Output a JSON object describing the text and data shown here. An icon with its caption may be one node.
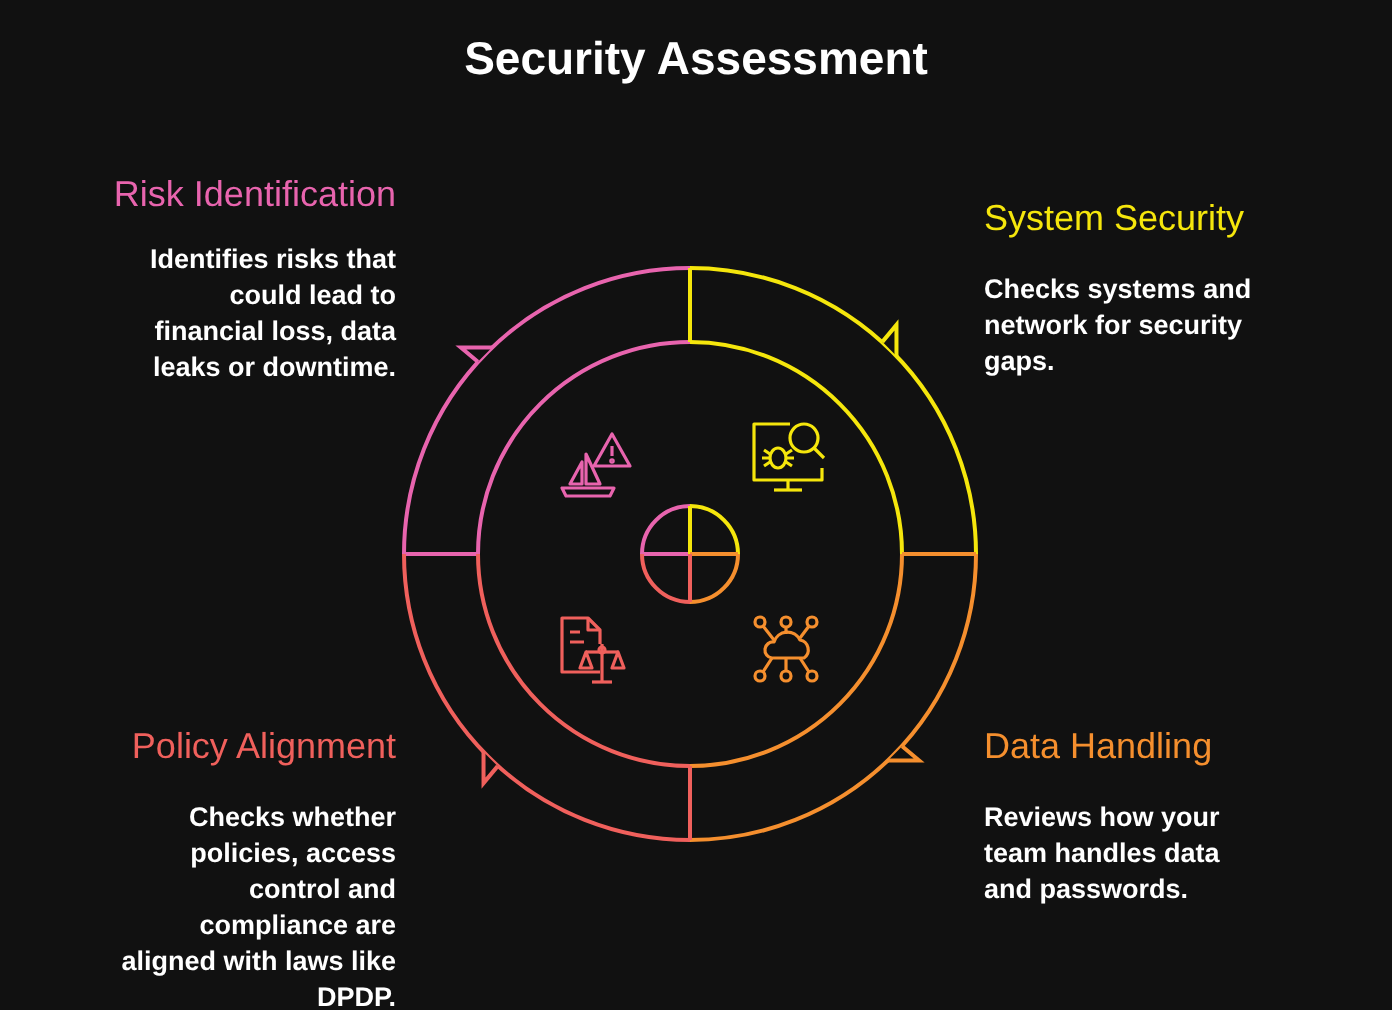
{
  "diagram": {
    "title": "Security Assessment",
    "labels": [
      "Risk Identification",
      "Identifies risks that could lead to financial loss, data leaks or downtime.",
      "System Security",
      "Checks systems and network for security gaps.",
      "Policy Alignment",
      "Checks whether policies, access control and compliance are aligned with laws like DPDP.",
      "Data Handling",
      "Reviews how your team handles data and passwords."
    ]
  }
}
